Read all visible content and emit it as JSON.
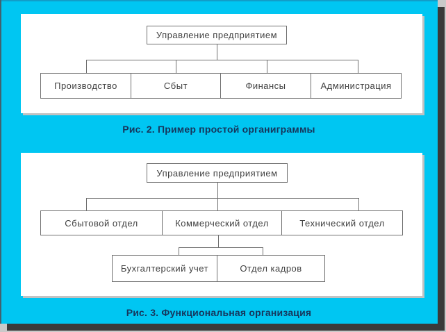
{
  "colors": {
    "page_bg": "#c9c9c9",
    "slide_bg": "#00c6f2",
    "slide_shadow": "#3a3a3a",
    "edge_top": "#129dc8",
    "edge_left": "#41626f",
    "panel_bg": "#ffffff",
    "panel_shadow": "#c2c2c2",
    "line": "#6e6e6e",
    "caption": "#16365c"
  },
  "figure2": {
    "caption": "Рис. 2. Пример простой органиграммы",
    "root": "Управление предприятием",
    "children": [
      "Производство",
      "Сбыт",
      "Финансы",
      "Администрация"
    ]
  },
  "figure3": {
    "caption": "Рис. 3. Функциональная организация",
    "root": "Управление предприятием",
    "children": [
      "Сбытовой отдел",
      "Коммерческий отдел",
      "Технический отдел"
    ],
    "subchildren": [
      "Бухгалтерский учет",
      "Отдел кадров"
    ]
  }
}
